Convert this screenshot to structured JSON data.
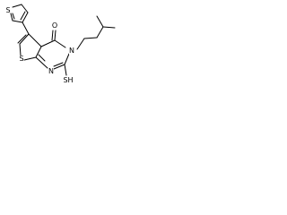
{
  "atoms": {
    "thiophene_top_s": "S",
    "thienopyrimidine_s": "S",
    "ring_n_upper": "N",
    "ring_n_lower": "N",
    "carbonyl_o": "O",
    "thiol_group": "SH"
  },
  "colors": {
    "bond": "#000000",
    "text": "#000000",
    "background": "#ffffff"
  }
}
